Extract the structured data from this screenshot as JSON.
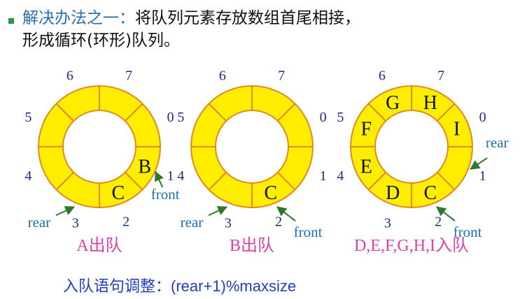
{
  "header": {
    "highlight": "解决办法之一：",
    "line1_rest": "将队列元素存放数组首尾相接，",
    "line2": "形成循环(环形)队列。"
  },
  "rings": [
    {
      "caption": "A出队",
      "elements": [
        {
          "slot": 1,
          "label": "B"
        },
        {
          "slot": 2,
          "label": "C"
        }
      ],
      "rear_label": "rear",
      "rear_slot": 3,
      "front_label": "front",
      "front_slot": 1
    },
    {
      "caption": "B出队",
      "elements": [
        {
          "slot": 2,
          "label": "C"
        }
      ],
      "rear_label": "rear",
      "rear_slot": 3,
      "front_label": "front",
      "front_slot": 2
    },
    {
      "caption": "D,E,F,G,H,I入队",
      "elements": [
        {
          "slot": 2,
          "label": "C"
        },
        {
          "slot": 3,
          "label": "D"
        },
        {
          "slot": 4,
          "label": "E"
        },
        {
          "slot": 5,
          "label": "F"
        },
        {
          "slot": 6,
          "label": "G"
        },
        {
          "slot": 7,
          "label": "H"
        },
        {
          "slot": 0,
          "label": "I"
        }
      ],
      "rear_label": "rear",
      "rear_slot": 1,
      "front_label": "front",
      "front_slot": 2
    }
  ],
  "slot_numbers": [
    "0",
    "1",
    "2",
    "3",
    "4",
    "5",
    "6",
    "7"
  ],
  "footer": {
    "label": "入队语句调整：",
    "expression": "(rear+1)%maxsize"
  },
  "colors": {
    "ring_fill": "#ffee00",
    "ring_stroke": "#e28a1e",
    "number": "#1f2a80",
    "pointer": "#1f6fb0",
    "arrow": "#2b7a2b",
    "caption": "#e040a8",
    "header_highlight": "#2a6fb0",
    "footer": "#1f3fbf",
    "bullet": "#2e9a3e"
  }
}
